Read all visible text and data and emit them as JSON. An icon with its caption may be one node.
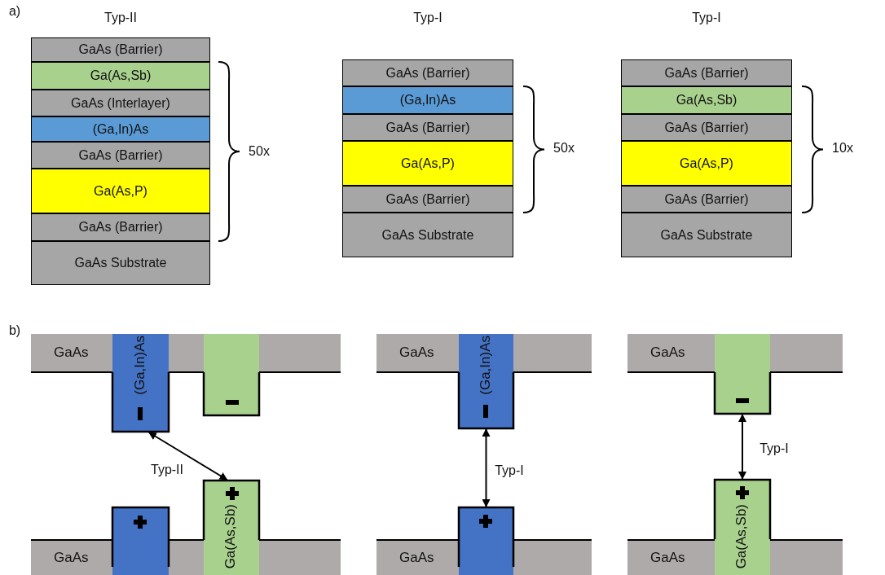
{
  "diagram": {
    "nodes": [
      {
        "text": [
          "GaAs (Barrier)"
        ]
      },
      {
        "text": [
          "Ga(As,Sb)"
        ]
      },
      {
        "text": [
          "GaAs (Interlayer)"
        ]
      },
      {
        "text": [
          "(Ga,In)As"
        ]
      },
      {
        "text": [
          "GaAs (Barrier)"
        ]
      },
      {
        "text": [
          "Ga(As,P)"
        ]
      },
      {
        "text": [
          "GaAs (Barrier)"
        ]
      },
      {
        "text": [
          "GaAs Substrate"
        ]
      },
      {
        "text": [
          "GaAs (Barrier)"
        ]
      },
      {
        "text": [
          "(Ga,In)As"
        ]
      },
      {
        "text": [
          "GaAs (Barrier)"
        ]
      },
      {
        "text": [
          "Ga(As,P)"
        ]
      },
      {
        "text": [
          "GaAs (Barrier)"
        ]
      },
      {
        "text": [
          "GaAs Substrate"
        ]
      },
      {
        "text": [
          "GaAs (Barrier)"
        ]
      },
      {
        "text": [
          "Ga(As,Sb)"
        ]
      },
      {
        "text": [
          "GaAs (Barrier)"
        ]
      },
      {
        "text": [
          "Ga(As,P)"
        ]
      },
      {
        "text": [
          "GaAs (Barrier)"
        ]
      },
      {
        "text": [
          "GaAs Substrate"
        ]
      },
      {
        "text": [
          "GaAs"
        ]
      },
      {
        "text": [
          "(Ga,In)As"
        ]
      },
      {
        "text": [],
        "shape": "box"
      },
      {
        "text": [],
        "shape": "box"
      },
      {
        "text": [
          "Ga(As,Sb)"
        ]
      },
      {
        "text": [
          "GaAs"
        ]
      },
      {
        "text": [
          "GaAs"
        ]
      },
      {
        "text": [
          "(Ga,In)As"
        ]
      },
      {
        "text": [],
        "shape": "box"
      },
      {
        "text": [
          "GaAs"
        ]
      },
      {
        "text": [
          "GaAs"
        ]
      },
      {
        "text": [],
        "shape": "box"
      },
      {
        "text": [
          "Ga(As,Sb)"
        ]
      },
      {
        "text": [
          "GaAs"
        ]
      },
      {
        "text": [],
        "shape": "bar"
      },
      {
        "text": [],
        "shape": "bar"
      },
      {
        "text": [],
        "shape": "bar"
      },
      {
        "text": [],
        "shape": "bar"
      },
      {
        "text": [],
        "shape": "bar"
      },
      {
        "text": [],
        "shape": "bar"
      },
      {
        "text": [],
        "shape": "bar"
      },
      {
        "text": [],
        "shape": "bar"
      }
    ],
    "edges": [
      {
        "from": 21,
        "to": 24,
        "arrow": "both",
        "label": "Typ-II"
      },
      {
        "from": 27,
        "to": 28,
        "arrow": "both",
        "label": "Typ-I"
      },
      {
        "from": 31,
        "to": 32,
        "arrow": "both",
        "label": "Typ-I"
      }
    ],
    "labels": [
      "a)",
      "Typ-II",
      "Typ-I",
      "Typ-I",
      "50x",
      "50x",
      "10x",
      "b)"
    ]
  }
}
